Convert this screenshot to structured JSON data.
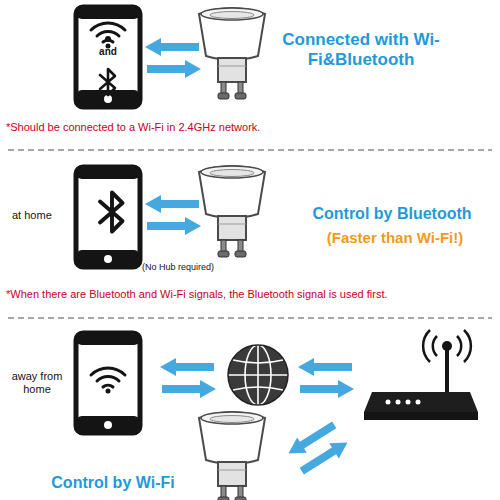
{
  "diagram": {
    "labels": [
      "Connected with Wi-Fi&Bluetooth",
      "and",
      "*Should be connected to a Wi-Fi in 2.4GHz network.",
      "at home",
      "Control by Bluetooth",
      "(Faster than Wi-Fi!)",
      "(No Hub required)",
      "*When there are Bluetooth and Wi-Fi signals, the Bluetooth signal is used first.",
      "away from home",
      "Control by Wi-Fi"
    ]
  }
}
